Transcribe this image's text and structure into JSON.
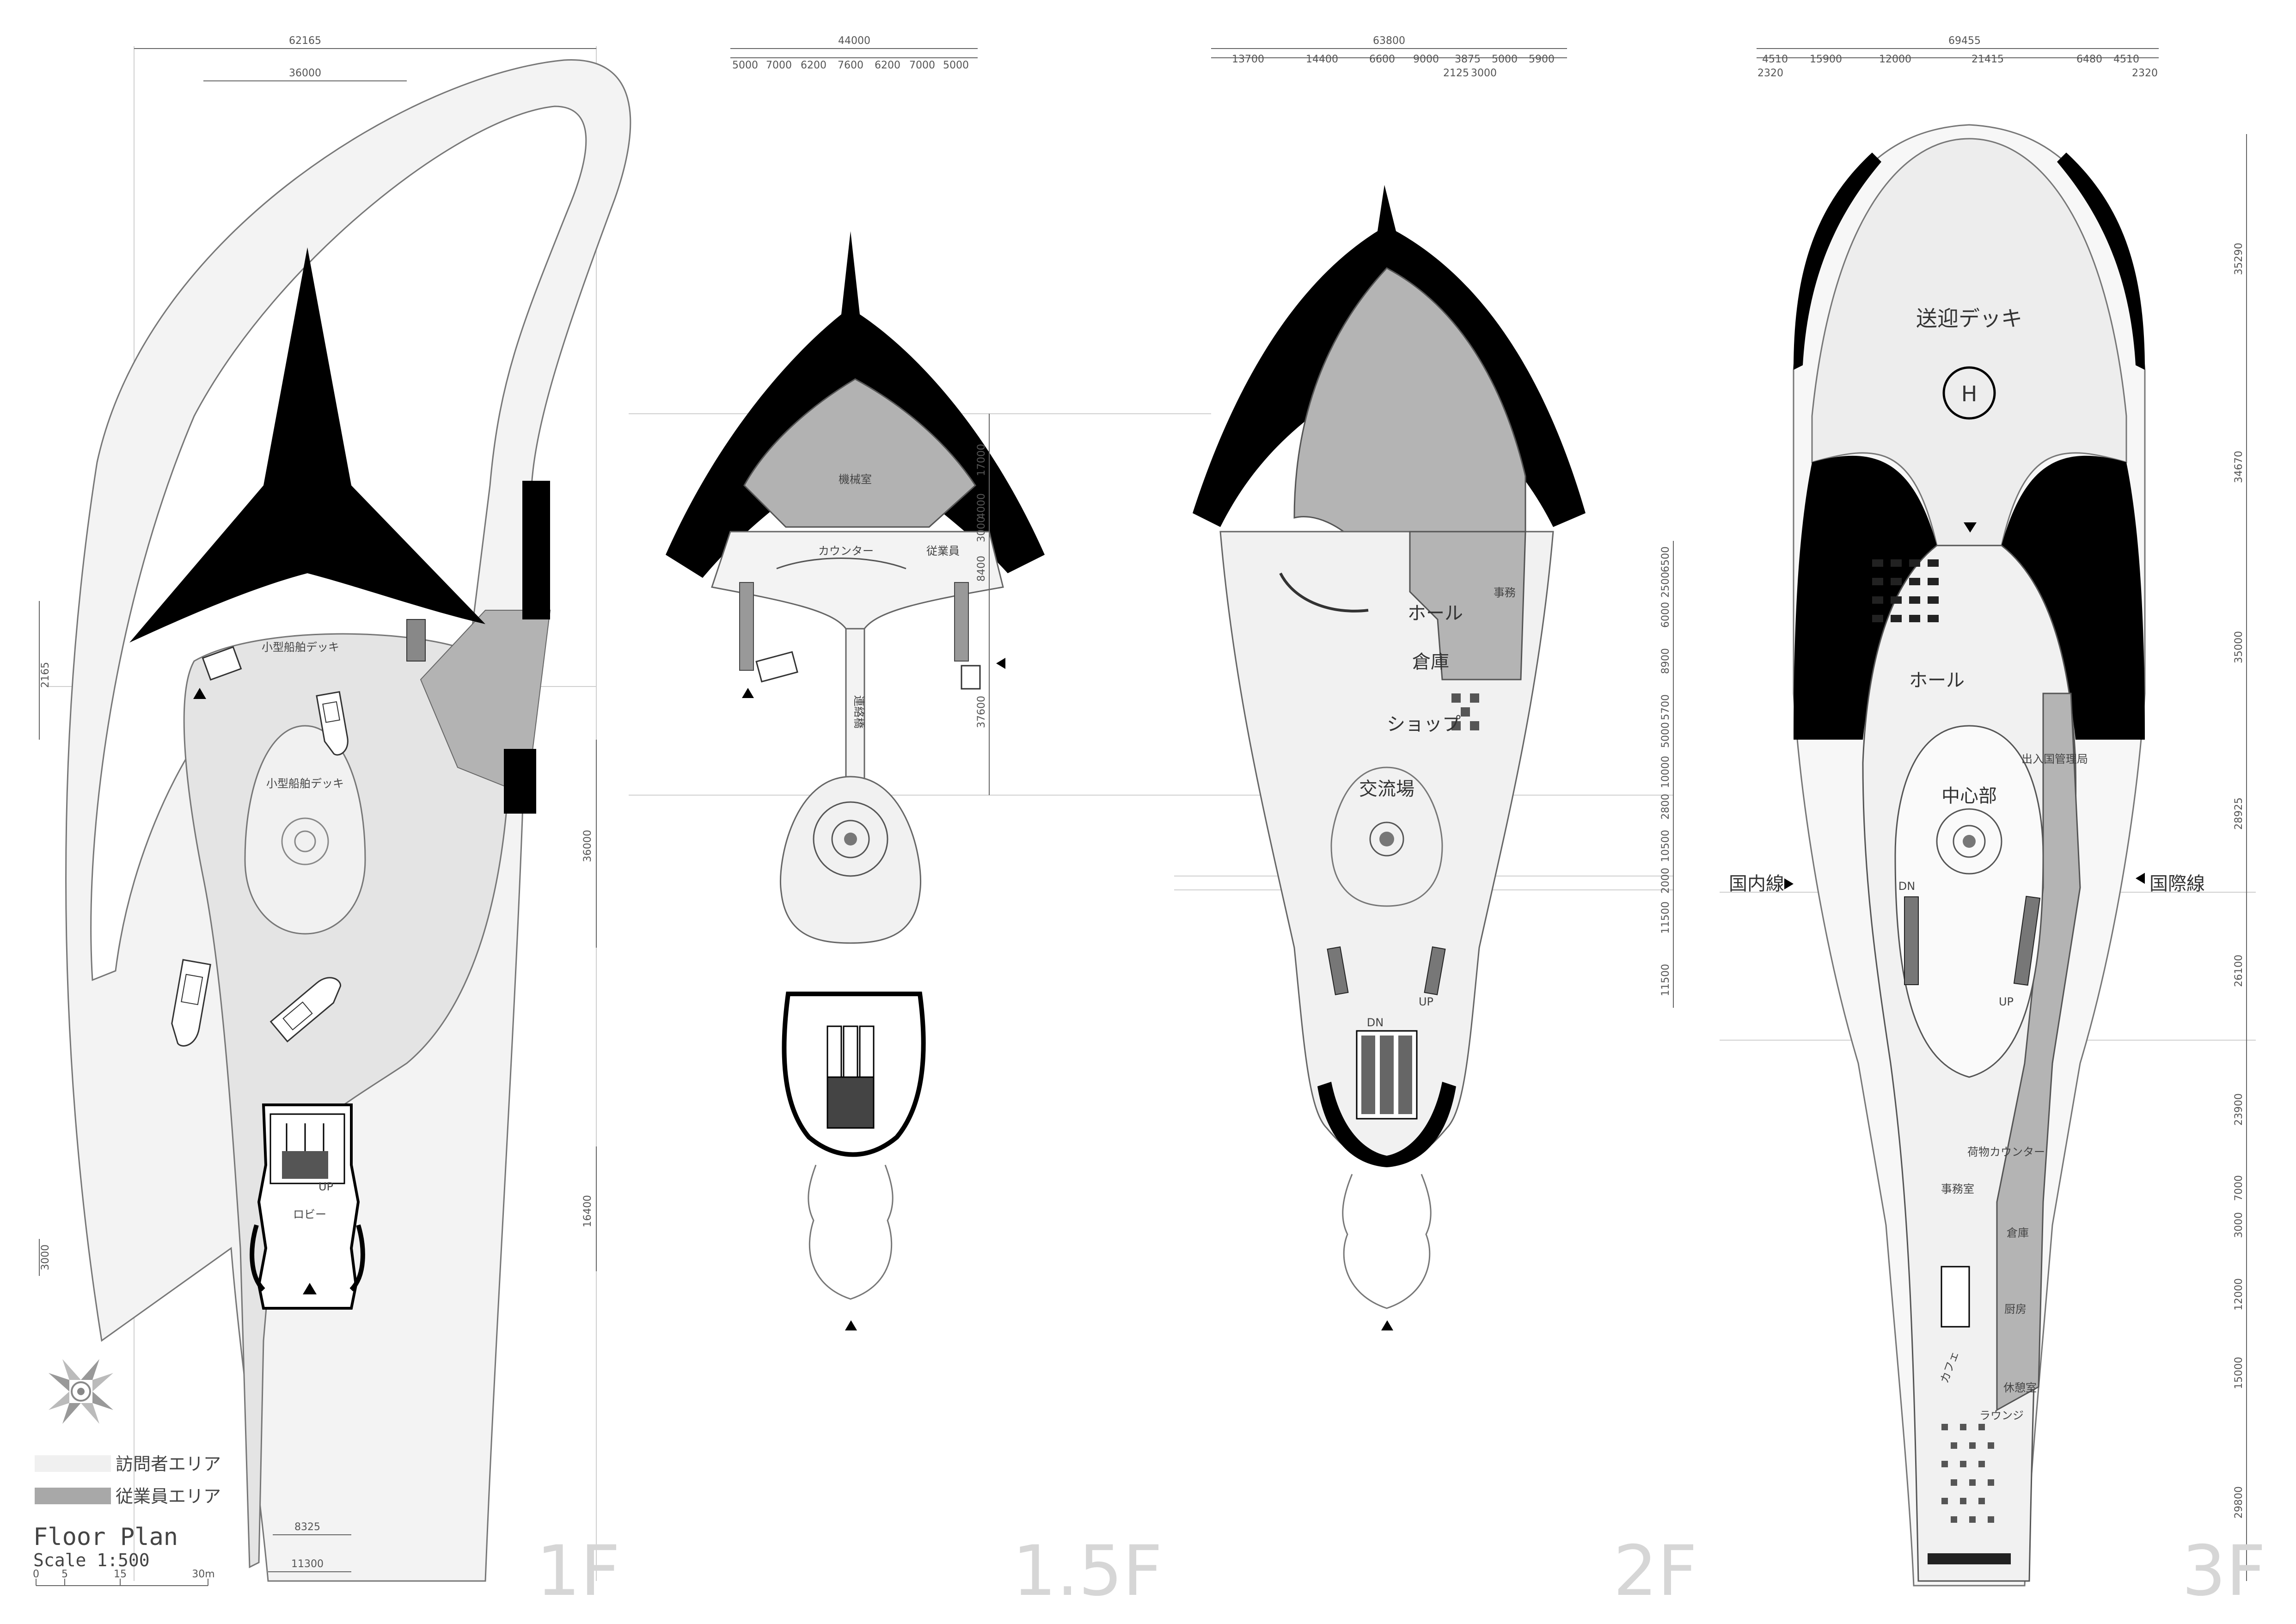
{
  "floors": {
    "f1": {
      "label": "1F",
      "rooms": {
        "small_deck_1": "小型船舶デッキ",
        "small_deck_2": "小型船舶デッキ",
        "lobby": "ロビー",
        "up": "UP"
      },
      "dims": {
        "top_total": "62165",
        "top_inner": "36000",
        "left": "2165",
        "right_1": "36000",
        "right_2": "16400",
        "left_bottom": "3000",
        "bottom_1": "8325",
        "bottom_2": "11300"
      }
    },
    "f15": {
      "label": "1.5F",
      "rooms": {
        "machine_room": "機械室",
        "counter": "カウンター",
        "staff": "従業員",
        "bridge": "連絡橋"
      },
      "dims": {
        "top_total": "44000",
        "top_segments": [
          "5000",
          "7000",
          "6200",
          "7600",
          "6200",
          "7000",
          "5000"
        ],
        "right": [
          "17000",
          "4000",
          "3000",
          "8400",
          "37600"
        ]
      }
    },
    "f2": {
      "label": "2F",
      "rooms": {
        "hall": "ホール",
        "storage": "倉庫",
        "shop": "ショップ",
        "exchange": "交流場",
        "office": "事務",
        "dn": "DN",
        "up": "UP"
      },
      "dims": {
        "top_total": "63800",
        "top_segments": [
          "13700",
          "14400",
          "6600",
          "9000",
          "3875",
          "5000",
          "5900"
        ],
        "top_sub": [
          "2125",
          "3000"
        ],
        "right": [
          "6500",
          "2500",
          "6000",
          "8900",
          "5700",
          "5000",
          "10000",
          "2800",
          "10500",
          "2000",
          "11500",
          "11500"
        ]
      }
    },
    "f3": {
      "label": "3F",
      "rooms": {
        "deck": "送迎デッキ",
        "heli": "H",
        "hall": "ホール",
        "center": "中心部",
        "immigration": "出入国管理局",
        "domestic": "国内線",
        "international": "国際線",
        "baggage": "荷物カウンター",
        "office": "事務室",
        "storage": "倉庫",
        "kitchen": "厨房",
        "rest": "休憩室",
        "lounge": "ラウンジ",
        "cafe": "カフェ",
        "dn": "DN",
        "up": "UP"
      },
      "dims": {
        "top_total": "69455",
        "top_segments": [
          "4510",
          "15900",
          "12000",
          "21415",
          "6480",
          "4510"
        ],
        "top_sub": [
          "2320",
          "2320"
        ],
        "right": [
          "35290",
          "34670",
          "35000",
          "28925",
          "26100",
          "23900",
          "7000",
          "3000",
          "12000",
          "15000",
          "29800"
        ]
      }
    }
  },
  "legend": {
    "visitor": "訪問者エリア",
    "staff": "従業員エリア",
    "visitor_color": "#f0f0f0",
    "staff_color": "#a8a8a8"
  },
  "title_block": {
    "title": "Floor Plan",
    "scale": "Scale 1:500",
    "ticks": [
      "0",
      "5",
      "15",
      "30m"
    ]
  },
  "colors": {
    "wall": "#000000",
    "floor": "#efefef",
    "staff_area": "#a8a8a8",
    "line": "#777777"
  }
}
